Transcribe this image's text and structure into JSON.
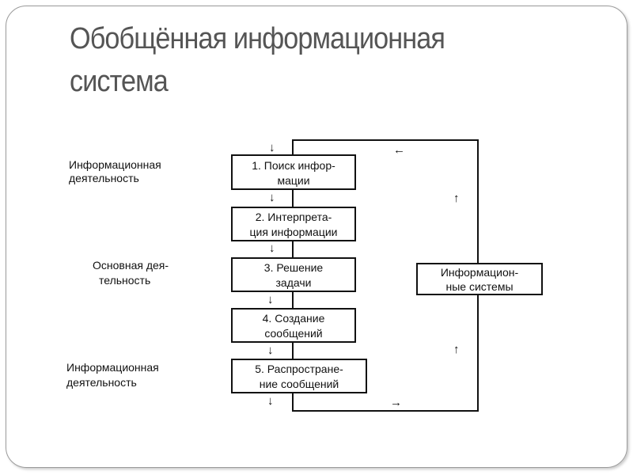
{
  "slide": {
    "title_line1": "Обобщённая информационная",
    "title_line2": "система"
  },
  "diagram": {
    "steps": [
      {
        "line1": "1. Поиск инфор-",
        "line2": "мации"
      },
      {
        "line1": "2. Интерпрета-",
        "line2": "ция информации"
      },
      {
        "line1": "3. Решение",
        "line2": "задачи"
      },
      {
        "line1": "4. Создание",
        "line2": "сообщений"
      },
      {
        "line1": "5. Распростране-",
        "line2": "ние сообщений"
      }
    ],
    "system_box": {
      "line1": "Информацион-",
      "line2": "ные системы"
    },
    "side_labels": [
      {
        "line1": "Информационная",
        "line2": "деятельность"
      },
      {
        "line1": "Основная дея-",
        "line2": "тельность"
      },
      {
        "line1": "Информационная",
        "line2": "деятельность"
      }
    ],
    "arrows": {
      "down": "↓",
      "up": "↑",
      "left": "←",
      "right": "→"
    }
  }
}
